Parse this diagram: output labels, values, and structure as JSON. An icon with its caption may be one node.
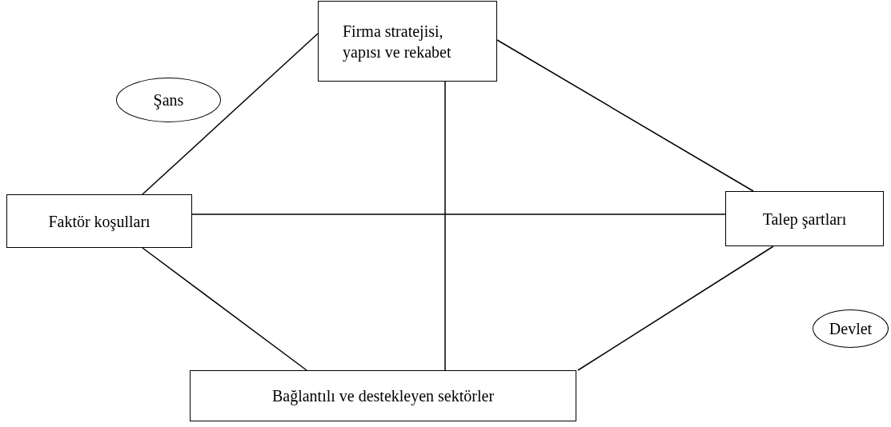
{
  "diagram": {
    "nodes": [
      {
        "text": [
          "Firma stratejisi, yapısı ve rekabet"
        ]
      },
      {
        "text": [
          "Şans"
        ]
      },
      {
        "text": [
          "Faktör koşulları"
        ]
      },
      {
        "text": [
          "Talep şartları"
        ]
      },
      {
        "text": [
          "Devlet"
        ]
      },
      {
        "text": [
          "Bağlantılı ve destekleyen sektörler"
        ]
      }
    ],
    "edges": [
      {
        "from": 0,
        "to": 2,
        "arrow": "none"
      },
      {
        "from": 0,
        "to": 3,
        "arrow": "none"
      },
      {
        "from": 0,
        "to": 5,
        "arrow": "none"
      },
      {
        "from": 2,
        "to": 3,
        "arrow": "none"
      },
      {
        "from": 2,
        "to": 5,
        "arrow": "none"
      },
      {
        "from": 3,
        "to": 5,
        "arrow": "none"
      }
    ]
  }
}
